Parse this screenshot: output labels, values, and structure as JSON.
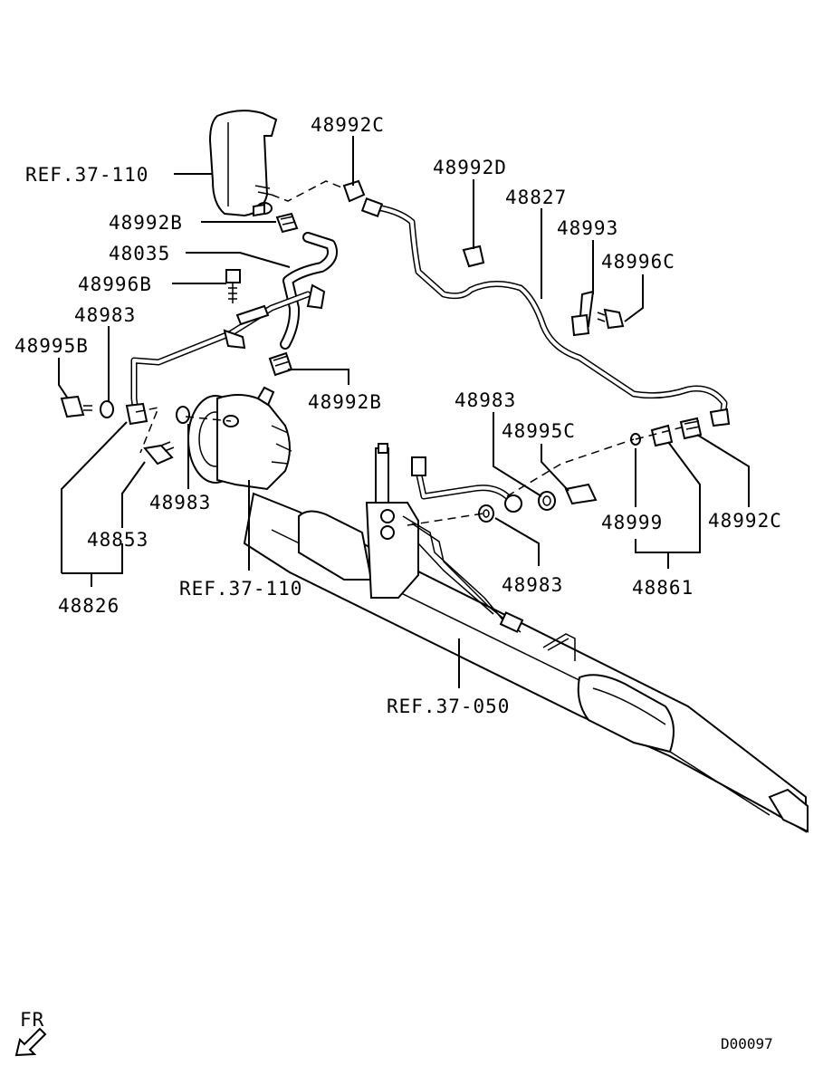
{
  "labels": {
    "ref_37_110_top": "REF.37-110",
    "p48992C_top": "48992C",
    "p48992D": "48992D",
    "p48827": "48827",
    "p48993": "48993",
    "p48996C": "48996C",
    "p48992B_top": "48992B",
    "p48035": "48035",
    "p48996B": "48996B",
    "p48983_left": "48983",
    "p48995B": "48995B",
    "p48992B_mid": "48992B",
    "p48983_mid": "48983",
    "p48853": "48853",
    "p48826": "48826",
    "ref_37_110_bottom": "REF.37-110",
    "p48983_right": "48983",
    "p48995C": "48995C",
    "p48999": "48999",
    "p48992C_right": "48992C",
    "p48983_lower": "48983",
    "p48861": "48861",
    "ref_37_050": "REF.37-050"
  },
  "direction": {
    "text": "FR",
    "icon": "front-direction-arrow-icon"
  },
  "diagram_id": "D00097"
}
